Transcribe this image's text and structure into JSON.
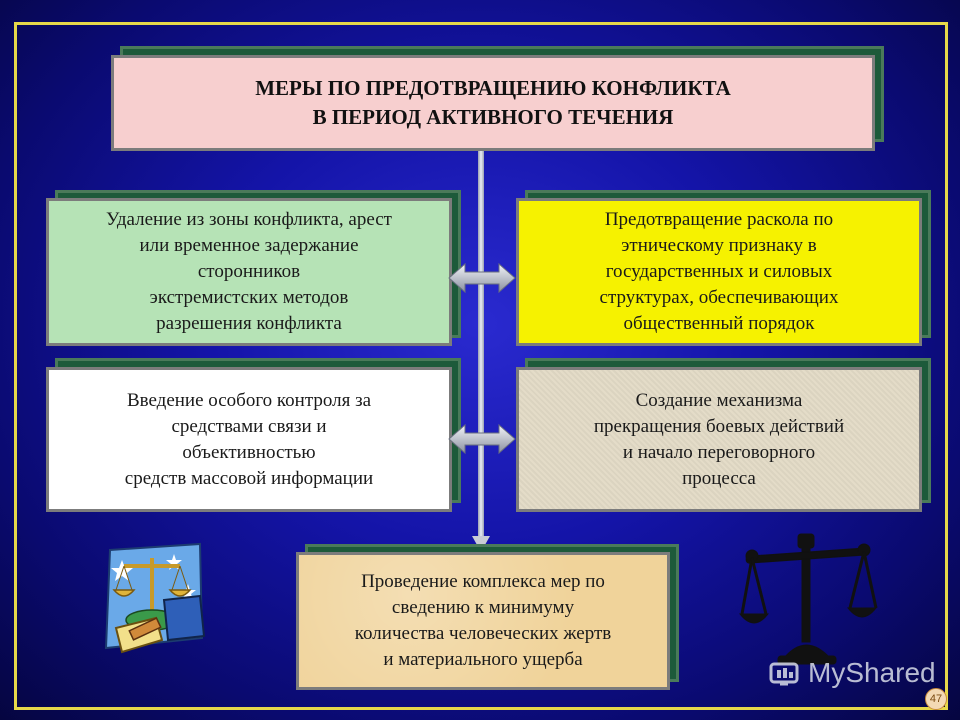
{
  "title": {
    "line1": "МЕРЫ ПО ПРЕДОТВРАЩЕНИЮ КОНФЛИКТА",
    "line2": "В ПЕРИОД АКТИВНОГО ТЕЧЕНИЯ"
  },
  "boxes": {
    "top_left": [
      "Удаление из зоны конфликта, арест",
      "или временное задержание",
      "сторонников",
      "экстремистских методов",
      "разрешения конфликта"
    ],
    "top_right": [
      "Предотвращение раскола по",
      "этническому признаку в",
      "государственных и силовых",
      "структурах, обеспечивающих",
      "общественный порядок"
    ],
    "mid_left": [
      "Введение особого контроля за",
      "средствами связи и",
      "объективностью",
      "средств массовой информации"
    ],
    "mid_right": [
      "Создание механизма",
      "прекращения боевых действий",
      "и начало переговорного",
      "процесса"
    ],
    "bottom": [
      "Проведение комплекса мер по",
      "сведению к минимуму",
      "количества человеческих жертв",
      "и материального ущерба"
    ]
  },
  "colors": {
    "title_bg": "#f7cfcf",
    "green_bg": "#b6e3b6",
    "yellow_bg": "#f6f200",
    "white_bg": "#ffffff",
    "beige_bg": "#e4dcc8",
    "parchment_bg": "#f0d39a",
    "frame": "#e6d84a"
  },
  "watermark": "MyShared",
  "page_number": "47"
}
